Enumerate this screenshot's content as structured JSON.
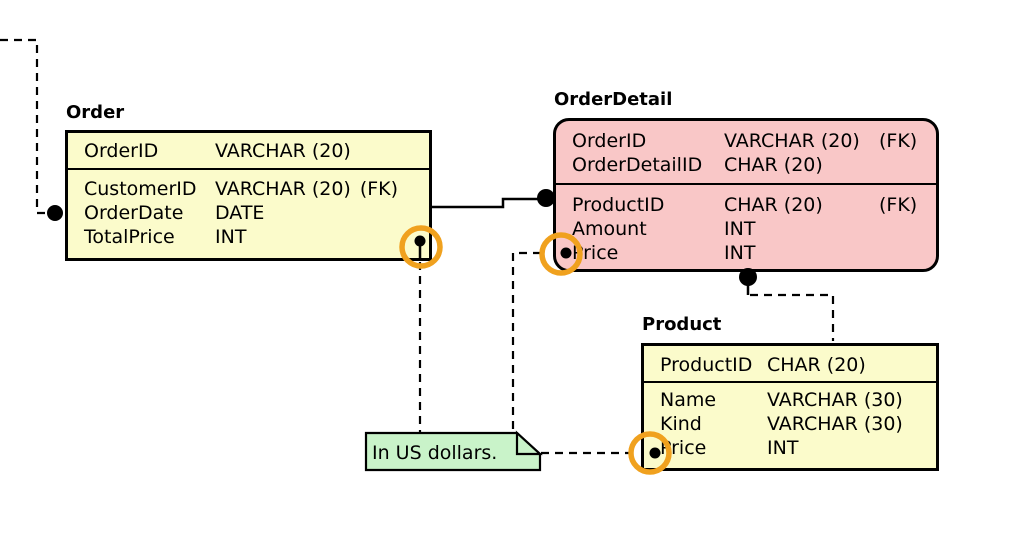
{
  "colors": {
    "entity-yellow": "#FBFBCB",
    "entity-pink": "#F9C7C7",
    "note-green": "#C9F3C9",
    "highlight-orange": "#F0A11E",
    "line-black": "#000000",
    "background": "#FFFFFF"
  },
  "entities": [
    {
      "title": "Order",
      "header_rows": [
        {
          "name": "OrderID",
          "type": "VARCHAR (20)",
          "fk": ""
        }
      ],
      "body_rows": [
        {
          "name": "CustomerID",
          "type": "VARCHAR (20)",
          "fk": "(FK)"
        },
        {
          "name": "OrderDate",
          "type": "DATE",
          "fk": ""
        },
        {
          "name": "TotalPrice",
          "type": "INT",
          "fk": ""
        }
      ]
    },
    {
      "title": "OrderDetail",
      "header_rows": [
        {
          "name": "OrderID",
          "type": "VARCHAR (20)",
          "fk": "(FK)"
        },
        {
          "name": "OrderDetailID",
          "type": "CHAR (20)",
          "fk": ""
        }
      ],
      "body_rows": [
        {
          "name": "ProductID",
          "type": "CHAR (20)",
          "fk": "(FK)"
        },
        {
          "name": "Amount",
          "type": "INT",
          "fk": ""
        },
        {
          "name": "Price",
          "type": "INT",
          "fk": ""
        }
      ]
    },
    {
      "title": "Product",
      "header_rows": [
        {
          "name": "ProductID",
          "type": "CHAR (20)",
          "fk": ""
        }
      ],
      "body_rows": [
        {
          "name": "Name",
          "type": "VARCHAR (30)",
          "fk": ""
        },
        {
          "name": "Kind",
          "type": "VARCHAR (30)",
          "fk": ""
        },
        {
          "name": "Price",
          "type": "INT",
          "fk": ""
        }
      ]
    }
  ],
  "note": {
    "text": "In US dollars."
  },
  "icons": {
    "attribute-pin": "●",
    "connector-dot": "●"
  }
}
